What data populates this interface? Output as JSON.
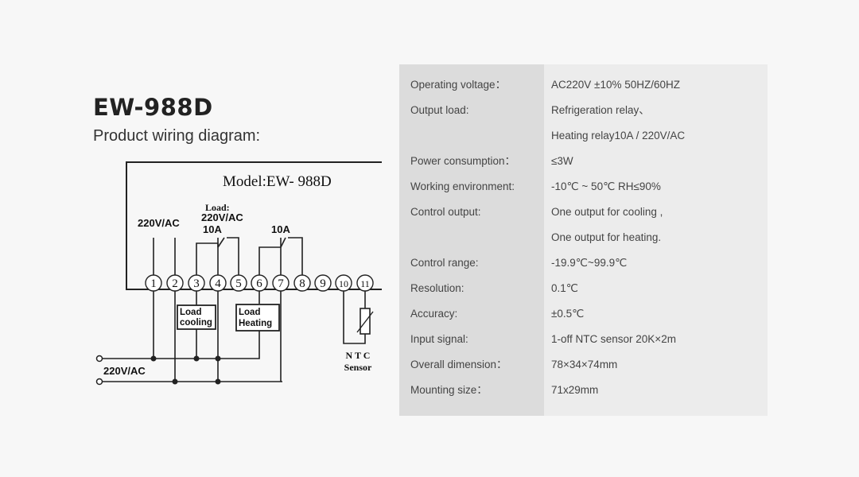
{
  "header": {
    "title": "EW-988D",
    "subtitle": "Product wiring diagram:"
  },
  "diagram": {
    "model_label": "Model:EW- 988D",
    "supply_label": "220V/AC",
    "load_label_1": "Load:",
    "load_label_2": "220V/AC",
    "relay1_current": "10A",
    "relay2_current": "10A",
    "terminals": [
      "1",
      "2",
      "3",
      "4",
      "5",
      "6",
      "7",
      "8",
      "9",
      "10",
      "11"
    ],
    "cooling_box": [
      "Load",
      "cooling"
    ],
    "heating_box": [
      "Load",
      "Heating"
    ],
    "ntc_label": "N T C",
    "sensor_label": "Sensor",
    "input_supply_label": "220V/AC"
  },
  "specs": {
    "rows": [
      {
        "label": "Operating voltage：",
        "value": "AC220V ±10% 50HZ/60HZ"
      },
      {
        "label": "Output load:",
        "value": "Refrigeration relay、"
      },
      {
        "label": "",
        "value": "Heating relay10A / 220V/AC"
      },
      {
        "label": "Power consumption：",
        "value": "≤3W"
      },
      {
        "label": "Working environment:",
        "value": "-10℃ ~ 50℃ RH≤90%"
      },
      {
        "label": "Control output:",
        "value": "One output for cooling ,"
      },
      {
        "label": "",
        "value": "One output for heating."
      },
      {
        "label": "Control range:",
        "value": "-19.9℃~99.9℃"
      },
      {
        "label": "Resolution:",
        "value": "0.1℃"
      },
      {
        "label": "Accuracy:",
        "value": "±0.5℃"
      },
      {
        "label": "Input signal:",
        "value": "1-off NTC sensor 20K×2m"
      },
      {
        "label": "Overall dimension：",
        "value": "78×34×74mm"
      },
      {
        "label": "Mounting size：",
        "value": "71x29mm"
      }
    ]
  }
}
